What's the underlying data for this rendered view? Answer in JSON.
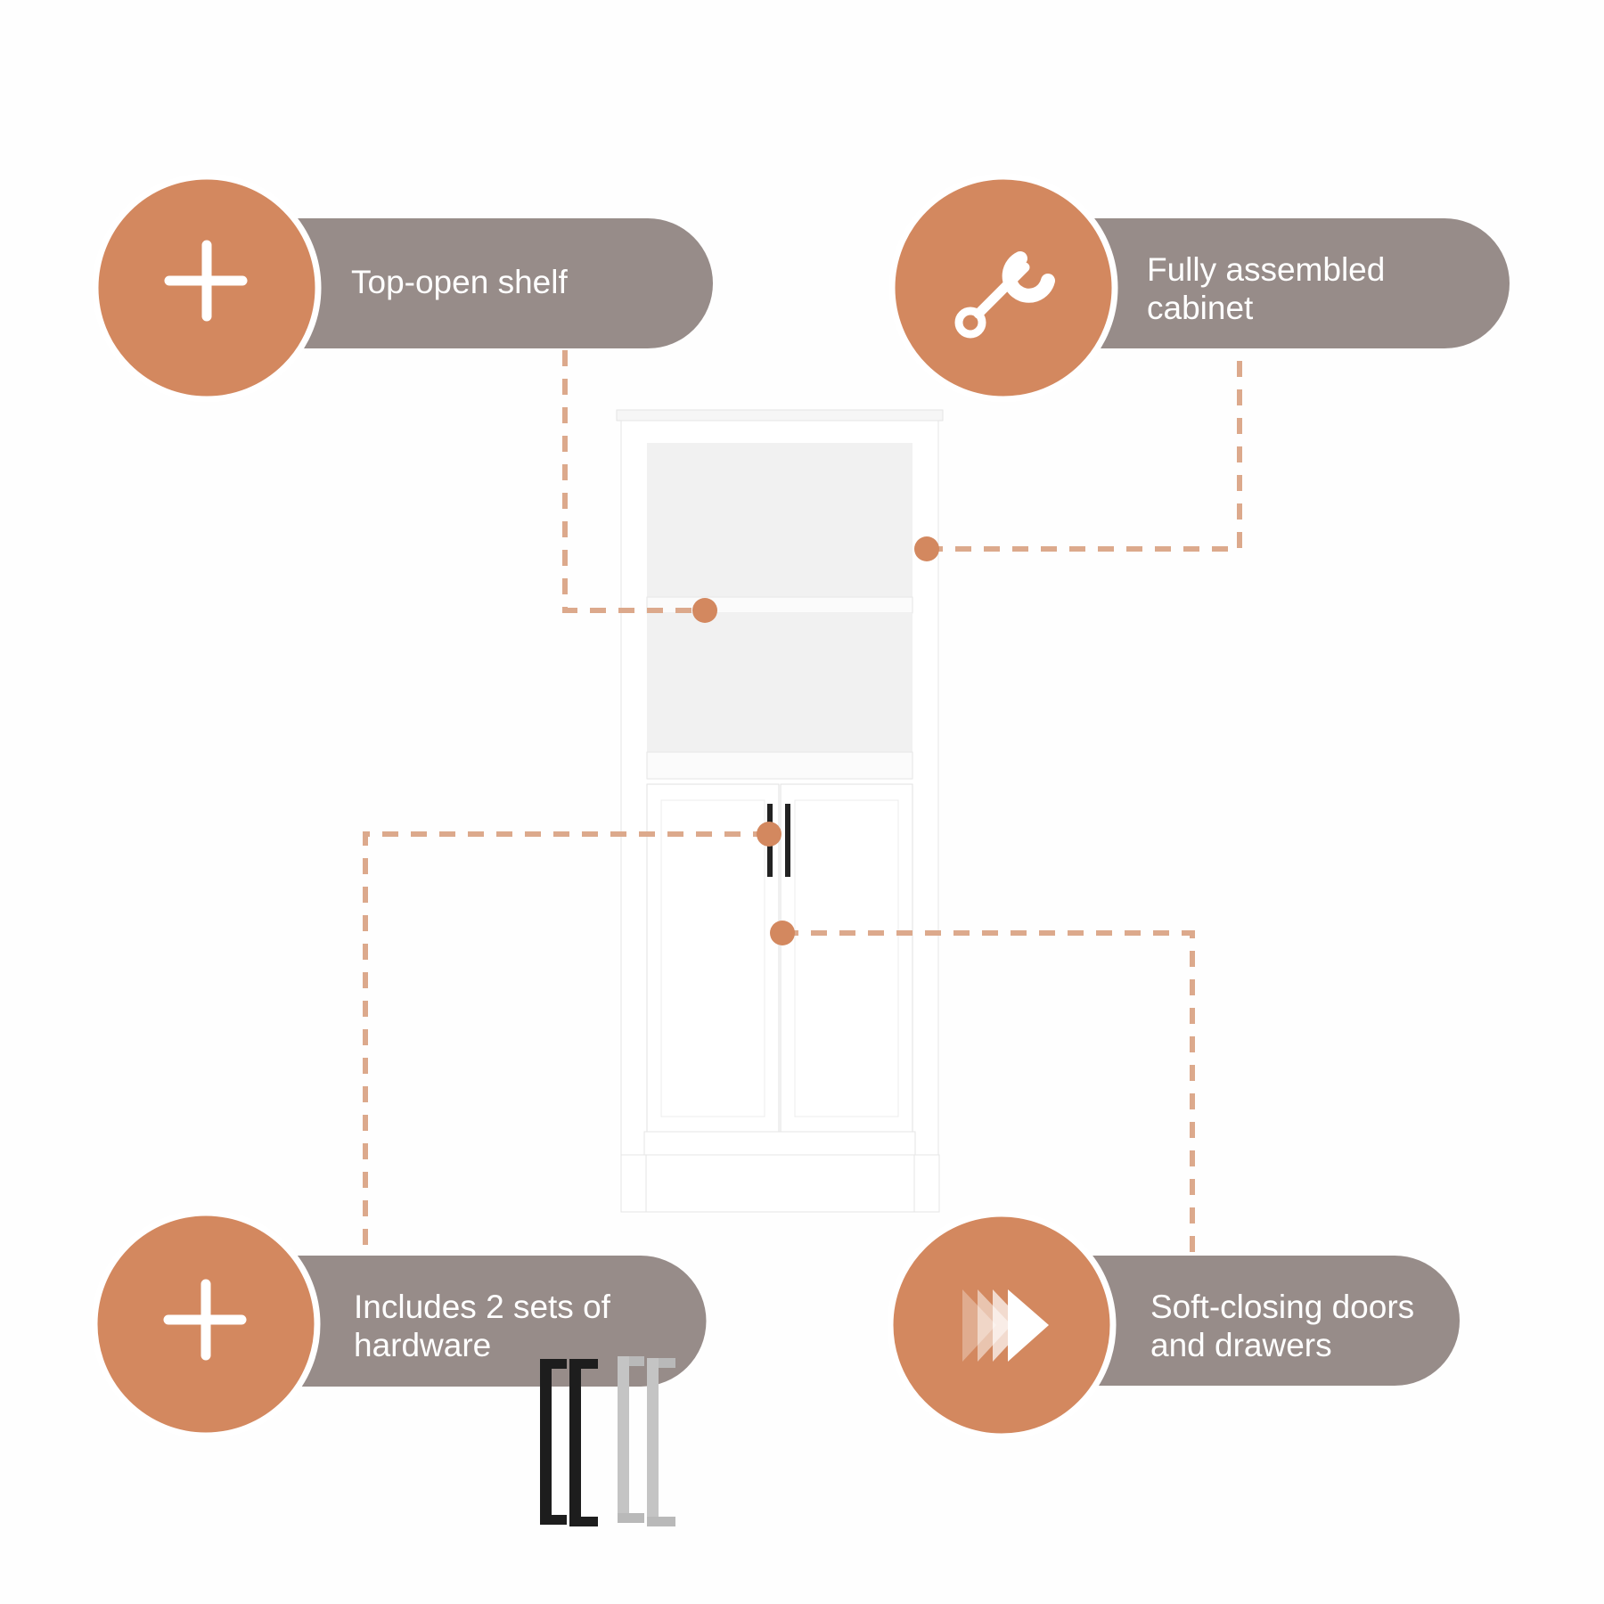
{
  "colors": {
    "accent": "#d3885f",
    "pill": "#978c89",
    "dash": "#dca98c"
  },
  "features": [
    {
      "icon": "plus-icon",
      "label": "Top-open shelf"
    },
    {
      "icon": "wrench-icon",
      "label": "Fully assembled cabinet",
      "line1": "Fully assembled",
      "line2": "cabinet"
    },
    {
      "icon": "plus-icon",
      "label": "Includes 2 sets of hardware",
      "line1": "Includes 2 sets of",
      "line2": "hardware"
    },
    {
      "icon": "fast-forward-icon",
      "label": "Soft-closing doors and drawers",
      "line1": "Soft-closing doors",
      "line2": "and drawers"
    }
  ]
}
